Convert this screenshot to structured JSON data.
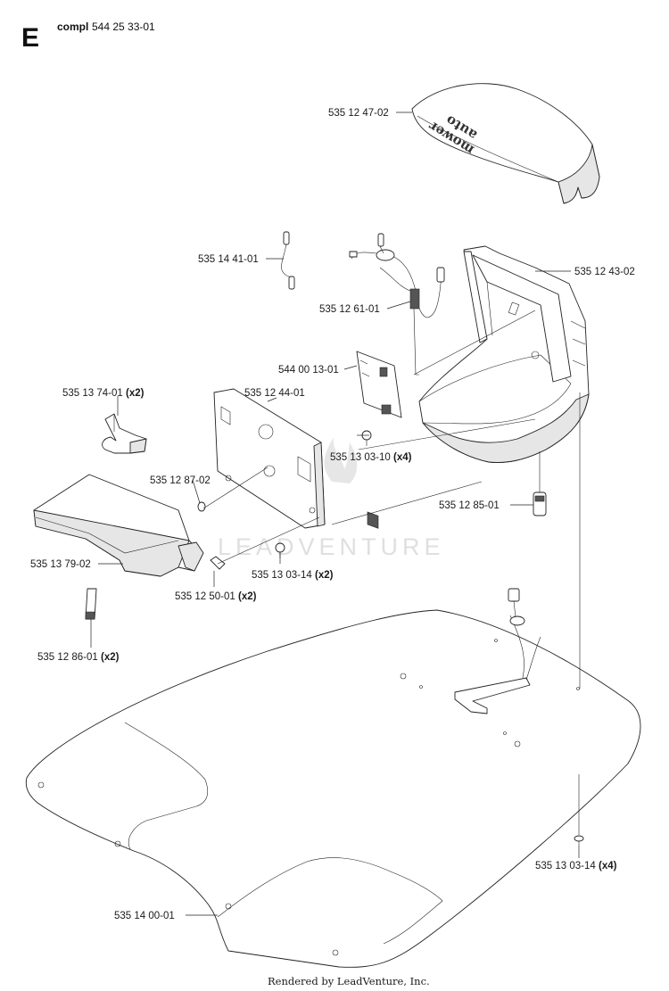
{
  "header": {
    "section_letter": "E",
    "assembly_label": "compl",
    "assembly_number": "544 25 33-01"
  },
  "parts": [
    {
      "id": "cover",
      "number": "535 12 47-02",
      "qty": ""
    },
    {
      "id": "chassis-upper",
      "number": "535 12 43-02",
      "qty": ""
    },
    {
      "id": "sensor",
      "number": "535 14 41-01",
      "qty": ""
    },
    {
      "id": "cable-harness",
      "number": "535 12 61-01",
      "qty": ""
    },
    {
      "id": "circuit-board",
      "number": "544 00 13-01",
      "qty": ""
    },
    {
      "id": "clip",
      "number": "535 13 74-01",
      "qty": "(x2)"
    },
    {
      "id": "plate",
      "number": "535 12 44-01",
      "qty": ""
    },
    {
      "id": "screw-board",
      "number": "535 13 03-10",
      "qty": "(x4)"
    },
    {
      "id": "pin",
      "number": "535 12 87-02",
      "qty": ""
    },
    {
      "id": "connector",
      "number": "535 12 85-01",
      "qty": ""
    },
    {
      "id": "scoop",
      "number": "535 13 79-02",
      "qty": ""
    },
    {
      "id": "screw-plate",
      "number": "535 13 03-14",
      "qty": "(x2)"
    },
    {
      "id": "shaft",
      "number": "535 12 50-01",
      "qty": "(x2)"
    },
    {
      "id": "strap",
      "number": "535 12 86-01",
      "qty": "(x2)"
    },
    {
      "id": "screw-base",
      "number": "535 13 03-14",
      "qty": "(x4)"
    },
    {
      "id": "base-plate",
      "number": "535 14 00-01",
      "qty": ""
    }
  ],
  "cover_logo": {
    "line1": "auto",
    "line2": "mower"
  },
  "watermark": {
    "text": "LEADVENTURE"
  },
  "footer": {
    "text": "Rendered by LeadVenture, Inc."
  }
}
